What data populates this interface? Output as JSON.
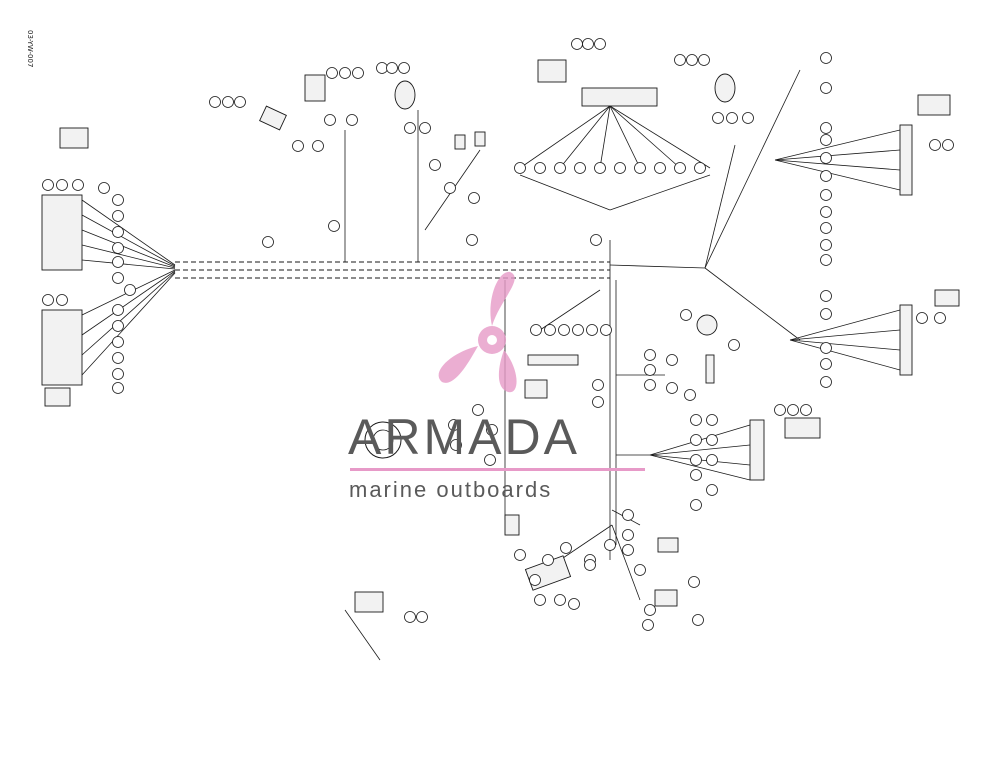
{
  "document": {
    "code": "03-YW-007"
  },
  "watermark": {
    "title": "ARMADA",
    "subtitle": "marine outboards",
    "accent_color": "#e79ac8",
    "text_color": "#5a5a5a"
  },
  "icons": {
    "logo": "propeller-logo-icon"
  }
}
